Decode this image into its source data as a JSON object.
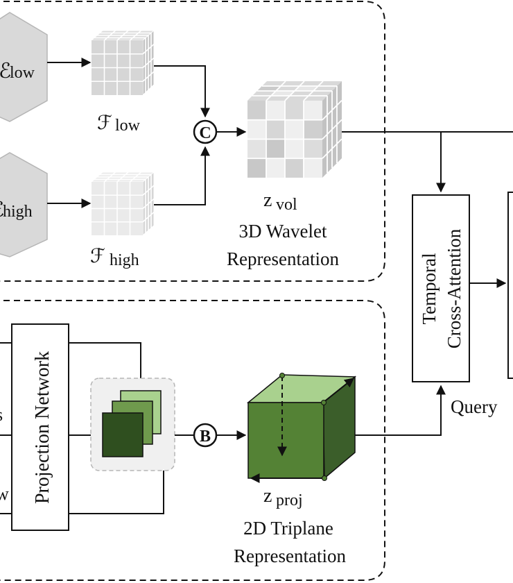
{
  "labels": {
    "enc_low_sub": "low",
    "enc_high_sub": "high",
    "f_low_main": "ℱ",
    "f_low_sub": "low",
    "f_high_main": "ℱ",
    "f_high_sub": "high",
    "concat_symbol": "C",
    "zvol_main": "z",
    "zvol_sub": "vol",
    "zvol_caption": "3D Wavelet",
    "zvol_caption2": "Representation",
    "temporal_line1": "Temporal",
    "temporal_line2": "Cross-Attention",
    "query": "Query",
    "projection_network": "Projection Network",
    "bundle_symbol": "B",
    "zproj_main": "z",
    "zproj_sub": "proj",
    "zproj_caption": "2D Triplane",
    "zproj_caption2": "Representation",
    "left_cut_s": "s",
    "left_cut_w": "w",
    "enc_low_glyph": "ℰ",
    "enc_high_glyph": "ℰ"
  },
  "colors": {
    "encoder_fill": "#d9d9d9",
    "grid_light": "#ececec",
    "grid_mid": "#cfcfcf",
    "green_light": "#a9d18e",
    "green_mid": "#70ad47",
    "green_dark": "#548235",
    "green_darkest": "#2f4f1f",
    "stroke": "#111111"
  }
}
